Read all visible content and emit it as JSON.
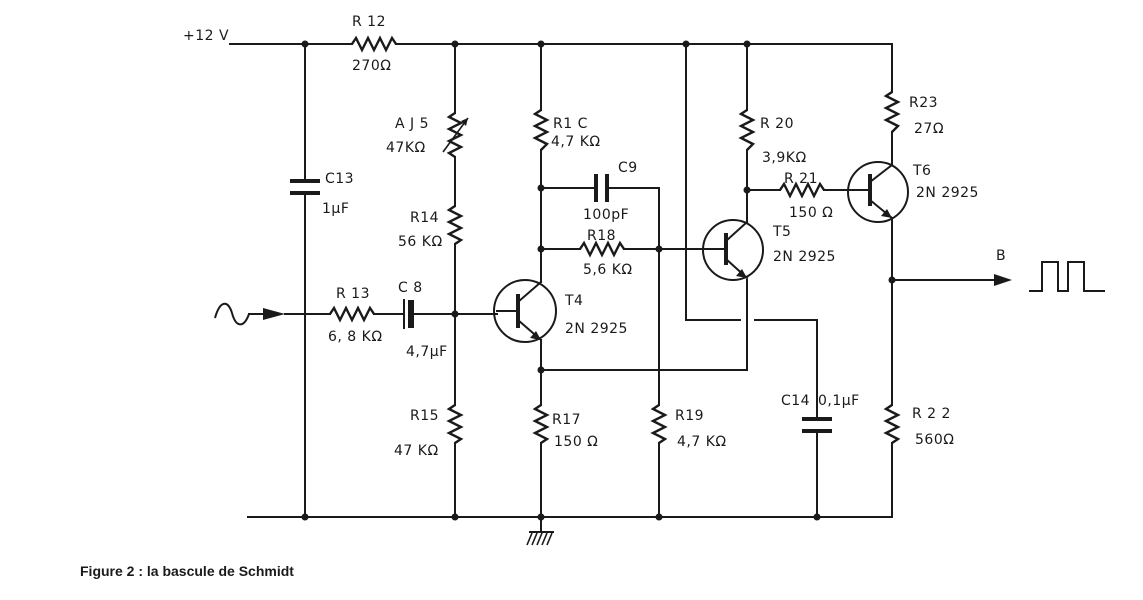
{
  "labels": {
    "supply": "+12 V",
    "r12_name": "R 12",
    "r12_val": "270Ω",
    "c13_name": "C13",
    "c13_val": "1µF",
    "aj5_name": "A J 5",
    "aj5_val": "47KΩ",
    "r14_name": "R14",
    "r14_val": "56 KΩ",
    "r13_name": "R 13",
    "r13_val": "6, 8 KΩ",
    "c8_name": "C 8",
    "c8_val": "4,7µF",
    "r15_name": "R15",
    "r15_val": "47 KΩ",
    "r16_name": "R1 C",
    "r16_val": "4,7 KΩ",
    "c9_name": "C9",
    "c9_val": "100pF",
    "r18_name": "R18",
    "r18_val": "5,6 KΩ",
    "t4_name": "T4",
    "t4_val": "2N 2925",
    "r17_name": "R17",
    "r17_val": "150 Ω",
    "r19_name": "R19",
    "r19_val": "4,7 KΩ",
    "r20_name": "R 20",
    "r20_val": "3,9KΩ",
    "r21_name": "R 21",
    "r21_val": "150 Ω",
    "t5_name": "T5",
    "t5_val": "2N 2925",
    "c14_name": "C14",
    "c14_val": "0,1µF",
    "r23_name": "R23",
    "r23_val": "27Ω",
    "t6_name": "T6",
    "t6_val": "2N 2925",
    "r22_name": "R 2 2",
    "r22_val": "560Ω",
    "output": "B"
  },
  "caption": "Figure 2 : la bascule de Schmidt"
}
